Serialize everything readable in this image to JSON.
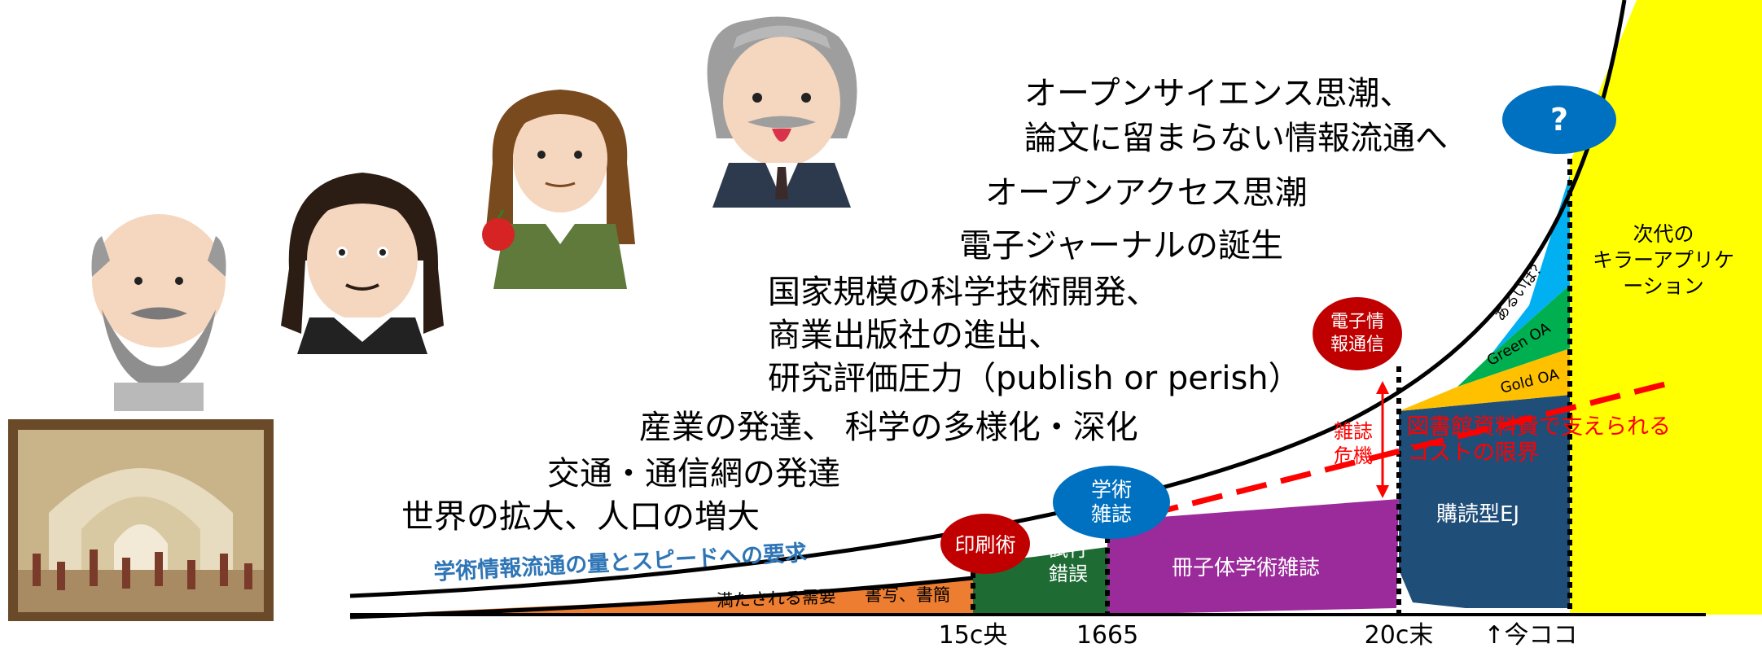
{
  "demand_labels": [
    "オープンサイエンス思潮、",
    "論文に留まらない情報流通へ",
    "オープンアクセス思潮",
    "電子ジャーナルの誕生",
    "国家規模の科学技術開発、",
    "商業出版社の進出、",
    "研究評価圧力（publish or perish）",
    "産業の発達、 科学の多様化・深化",
    "交通・通信網の発達",
    "世界の拡大、人口の増大"
  ],
  "demand_curve_label": "学術情報流通の量とスピードへの要求",
  "satisfied_label": "満たされる需要",
  "eras": {
    "shosha": "書写、書簡",
    "shiko": [
      "試行",
      "錯誤"
    ],
    "sasshi": "冊子体学術雑誌",
    "kodoku": "購読型EJ",
    "gold": "Gold OA",
    "green": "Green OA",
    "aruiwa": "あるいは？",
    "killer": [
      "次代の",
      "キラーアプリケ",
      "ーション"
    ]
  },
  "milestones": {
    "insatsu": "印刷術",
    "gakujutsu": [
      "学術",
      "雑誌"
    ],
    "denshi": [
      "電子情",
      "報通信"
    ],
    "question": "?"
  },
  "crisis_label": [
    "雑誌",
    "危機"
  ],
  "limit_label": [
    "図書館資料費で支えられる",
    "コストの限界"
  ],
  "axis_ticks": [
    "15c央",
    "1665",
    "20c末",
    "↑今ココ"
  ],
  "colors": {
    "orange": "#ed7d31",
    "green": "#1e6b34",
    "purple": "#9b2b9b",
    "navy": "#1f4e79",
    "gold": "#ffc000",
    "light_green": "#00b050",
    "sky": "#00b0f0",
    "yellow": "#ffff00",
    "red": "#ff0000",
    "dark_red": "#c00000",
    "blue_oval": "#0070c0",
    "blue_text": "#2e75b6"
  }
}
